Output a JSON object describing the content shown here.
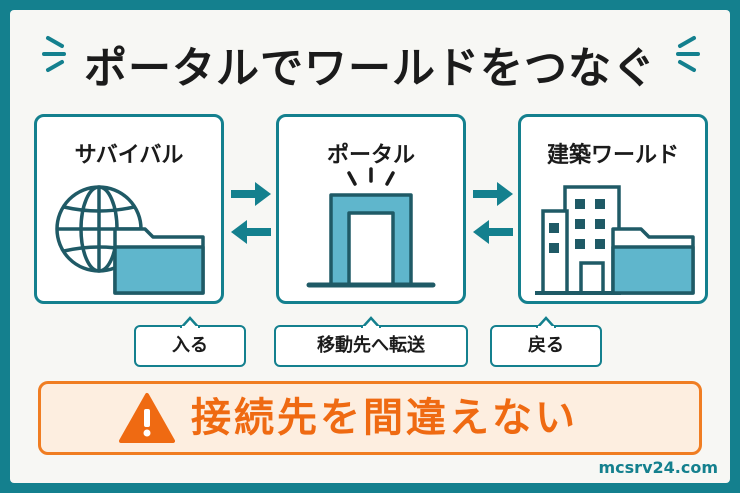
{
  "title": "ポータルでワールドをつなぐ",
  "cards": {
    "survival": {
      "label": "サバイバル",
      "icon": "globe-folder-icon"
    },
    "portal": {
      "label": "ポータル",
      "icon": "portal-gate-icon"
    },
    "build": {
      "label": "建築ワールド",
      "icon": "building-folder-icon"
    }
  },
  "tags": {
    "enter": "入る",
    "transfer": "移動先へ転送",
    "return": "戻る"
  },
  "warning": {
    "text": "接続先を間違えない",
    "icon": "warning-icon"
  },
  "site": "mcsrv24.com",
  "colors": {
    "teal": "#14808e",
    "orange": "#f07d22",
    "folder": "#5fb6cc",
    "bg": "#f7f7f4"
  }
}
